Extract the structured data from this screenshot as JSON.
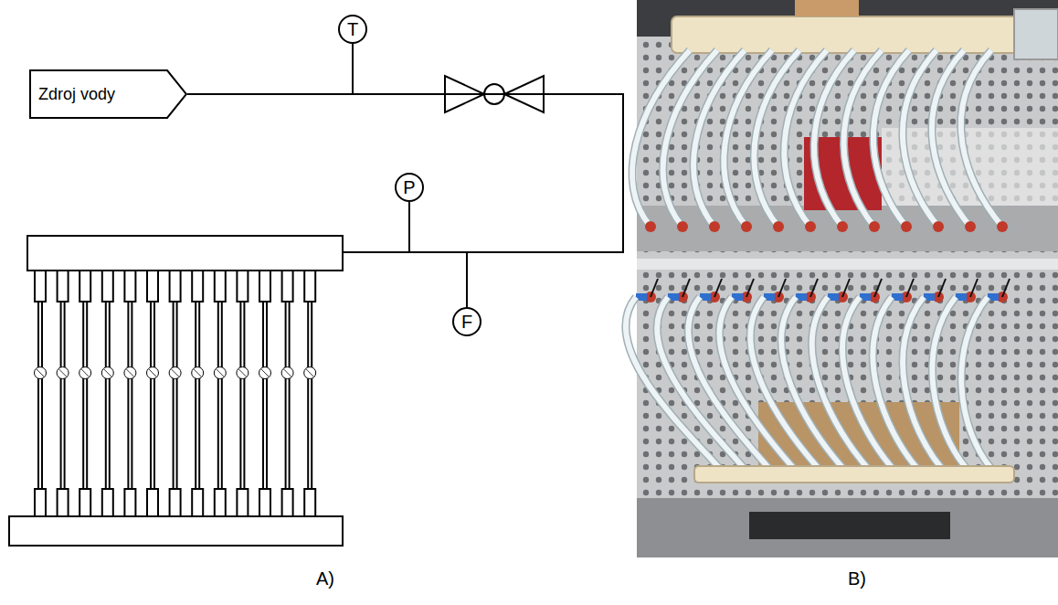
{
  "diagram": {
    "nodes": [
      {
        "text": [
          "Zdroj vody"
        ]
      },
      {
        "text": [
          "T"
        ]
      },
      {
        "text": [
          "P"
        ]
      },
      {
        "text": [
          "F"
        ]
      }
    ],
    "edges": [
      {
        "from": 0,
        "to": 1,
        "arrow": "none"
      },
      {
        "from": 0,
        "to": 2,
        "arrow": "none"
      },
      {
        "from": 0,
        "to": 3,
        "arrow": "none"
      }
    ],
    "labels": [
      "A)",
      "B)"
    ]
  }
}
